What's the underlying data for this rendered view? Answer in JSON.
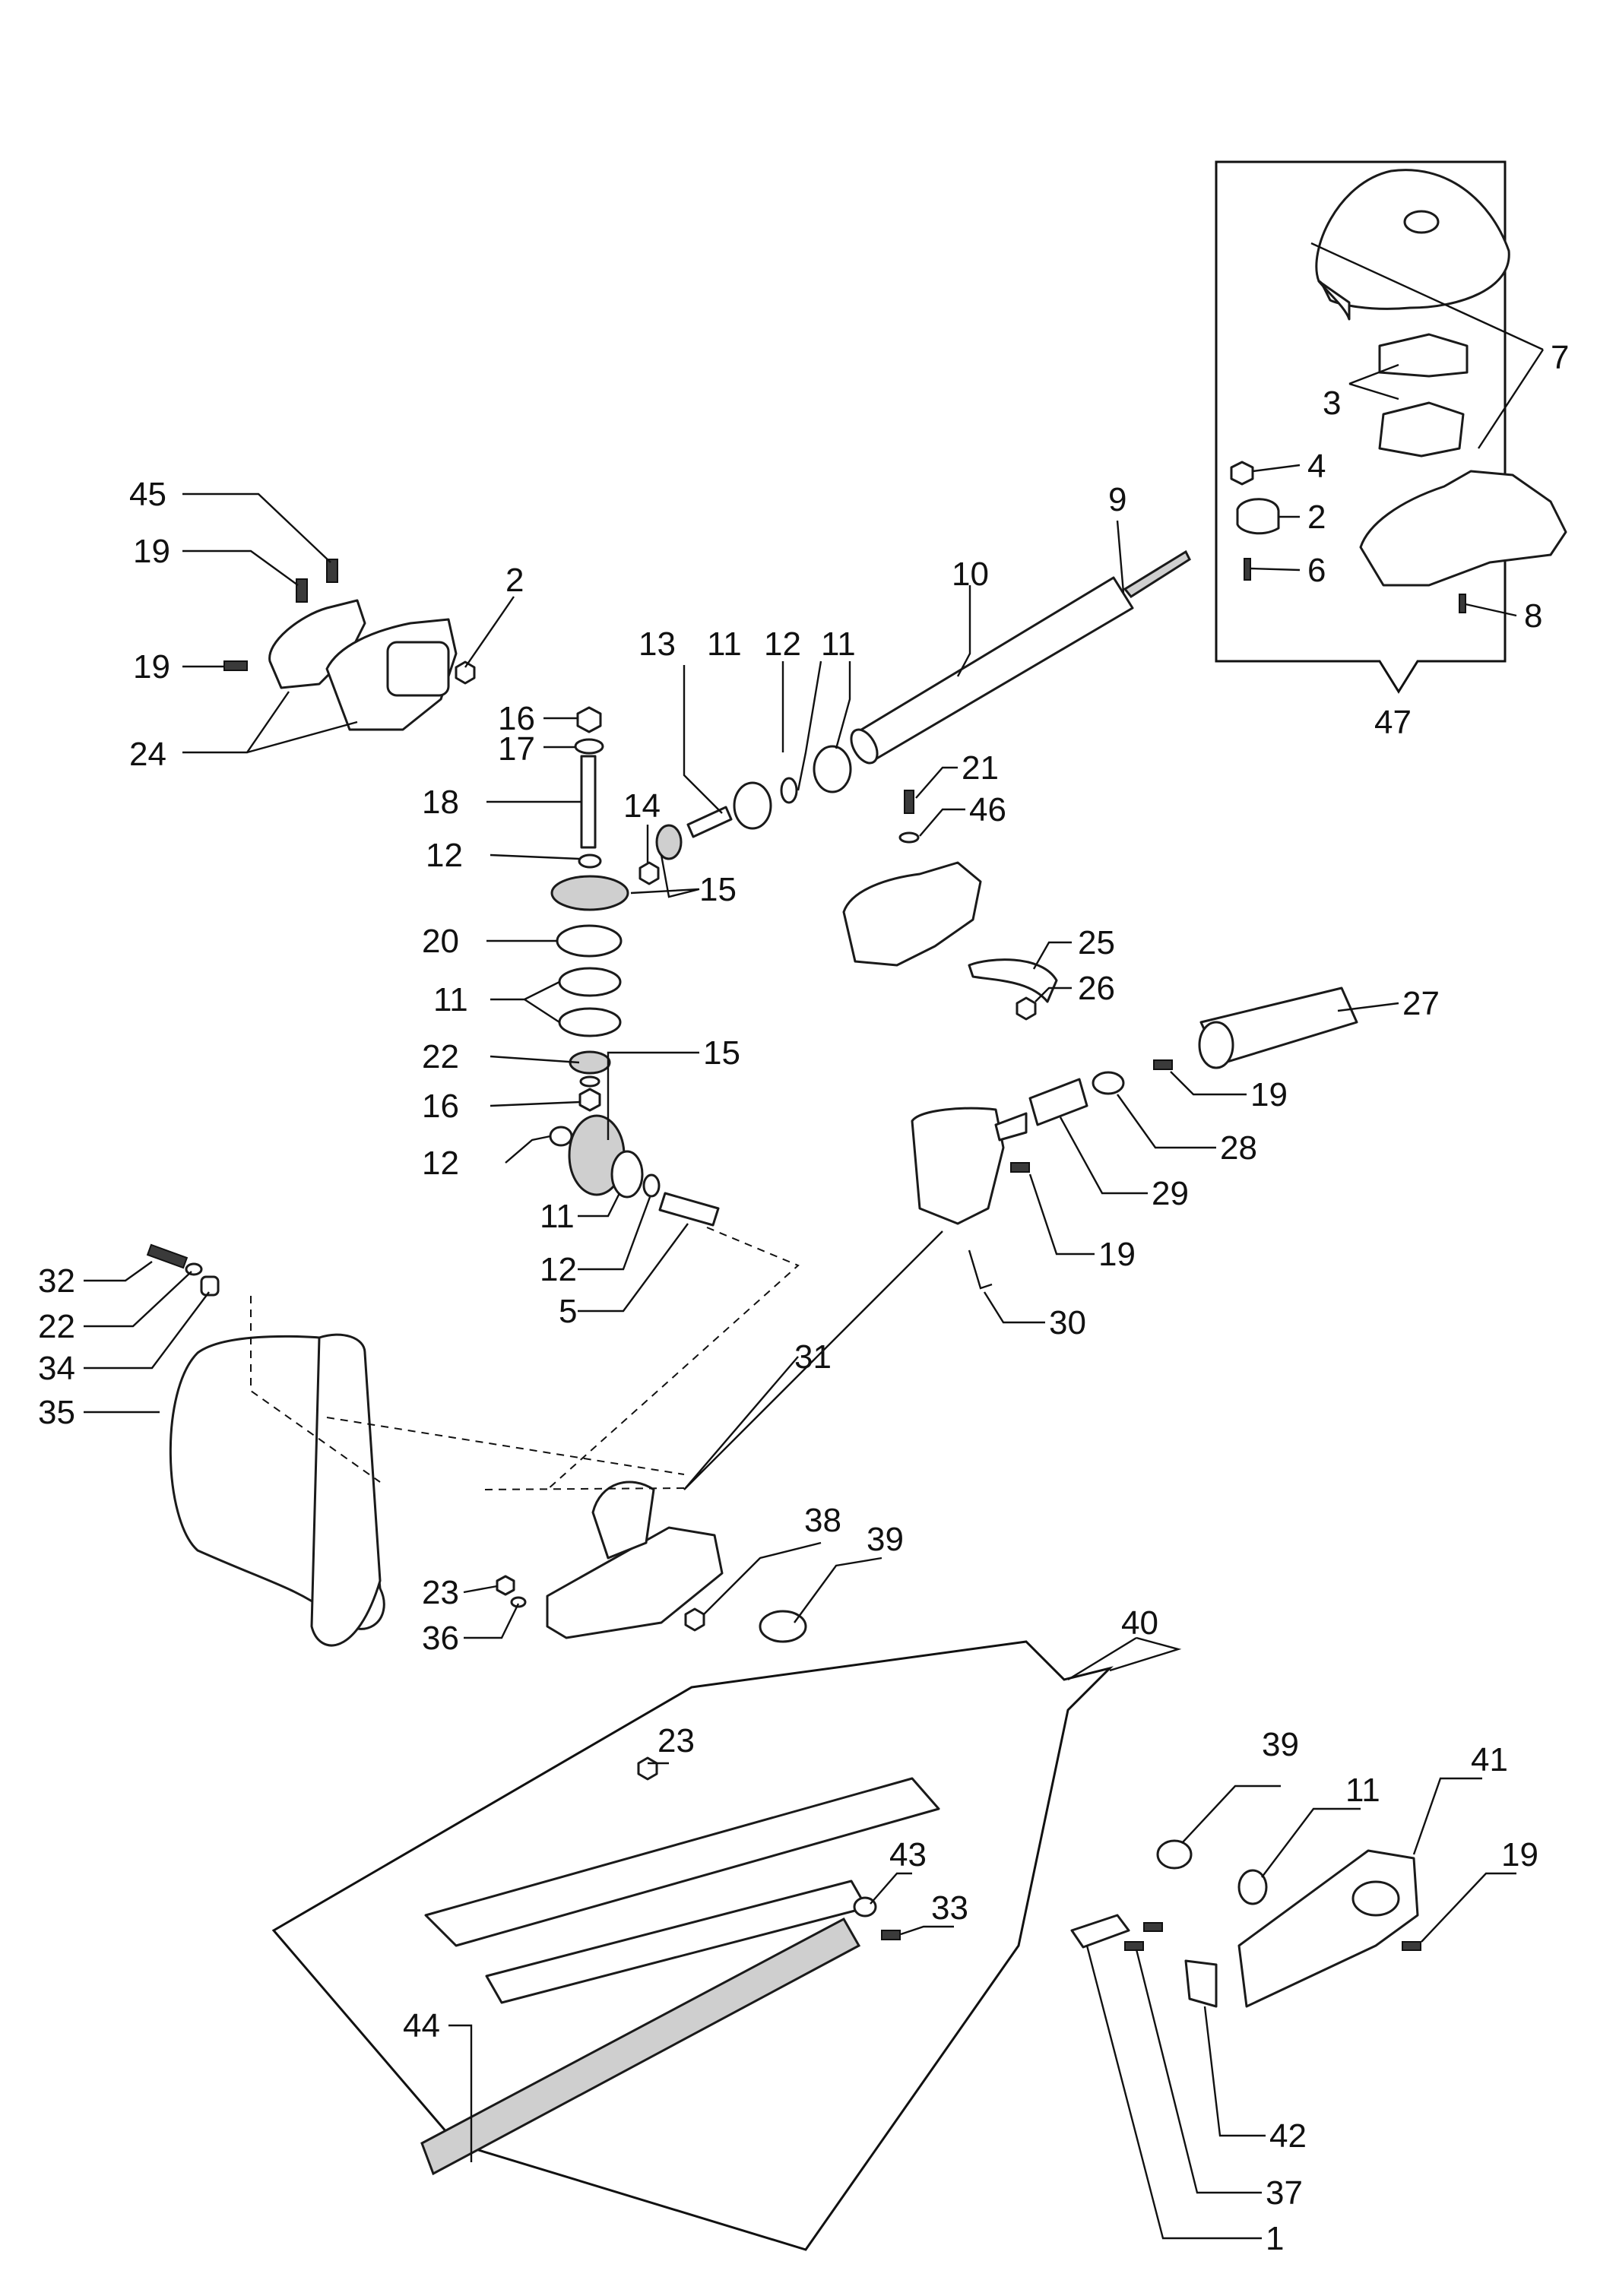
{
  "callouts": {
    "c1": "1",
    "c2a": "2",
    "c2b": "2",
    "c3": "3",
    "c4": "4",
    "c5": "5",
    "c6": "6",
    "c7": "7",
    "c8": "8",
    "c9": "9",
    "c10": "10",
    "c11a": "11",
    "c11b": "11",
    "c11c": "11",
    "c11d": "11",
    "c11e": "11",
    "c12a": "12",
    "c12b": "12",
    "c12c": "12",
    "c12d": "12",
    "c13": "13",
    "c14": "14",
    "c15a": "15",
    "c15b": "15",
    "c16a": "16",
    "c16b": "16",
    "c17": "17",
    "c18": "18",
    "c19a": "19",
    "c19b": "19",
    "c19c": "19",
    "c19d": "19",
    "c19e": "19",
    "c20": "20",
    "c21": "21",
    "c22a": "22",
    "c22b": "22",
    "c23a": "23",
    "c23b": "23",
    "c24": "24",
    "c25": "25",
    "c26": "26",
    "c27": "27",
    "c28": "28",
    "c29": "29",
    "c30": "30",
    "c31": "31",
    "c32": "32",
    "c33": "33",
    "c34": "34",
    "c35": "35",
    "c36": "36",
    "c37": "37",
    "c38": "38",
    "c39a": "39",
    "c39b": "39",
    "c40": "40",
    "c41": "41",
    "c42": "42",
    "c43": "43",
    "c44": "44",
    "c45": "45",
    "c46": "46",
    "c47": "47"
  }
}
